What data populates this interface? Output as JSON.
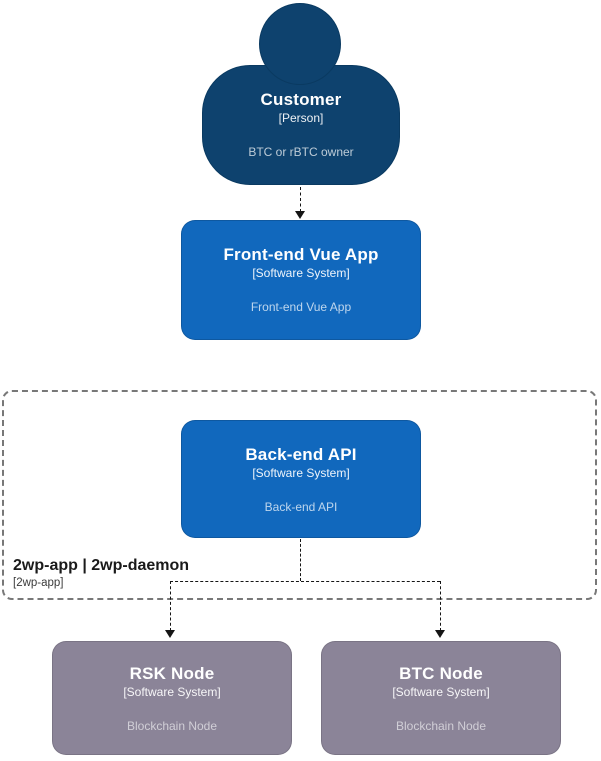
{
  "colors": {
    "person_fill": "#0e426e",
    "person_border": "#0a3a61",
    "system_fill": "#1168bd",
    "node_fill": "#8b8498",
    "boundary_border": "#787878",
    "boundary_text": "#1a1a1a",
    "connector": "#151515",
    "background": "#ffffff"
  },
  "person": {
    "title": "Customer",
    "type": "[Person]",
    "description": "BTC or rBTC owner"
  },
  "frontend": {
    "title": "Front-end Vue App",
    "type": "[Software System]",
    "description": "Front-end Vue App"
  },
  "boundary": {
    "title": "2wp-app | 2wp-daemon",
    "type": "[2wp-app]"
  },
  "backend": {
    "title": "Back-end API",
    "type": "[Software System]",
    "description": "Back-end API"
  },
  "rsk_node": {
    "title": "RSK Node",
    "type": "[Software System]",
    "description": "Blockchain Node"
  },
  "btc_node": {
    "title": "BTC Node",
    "type": "[Software System]",
    "description": "Blockchain Node"
  }
}
